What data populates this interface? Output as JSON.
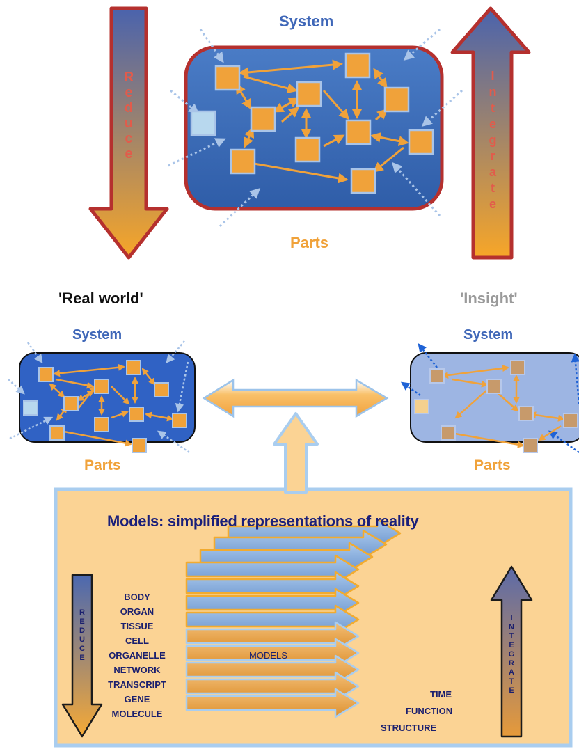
{
  "top": {
    "system_label": "System",
    "parts_label": "Parts",
    "reduce_word": [
      "R",
      "e",
      "d",
      "u",
      "c",
      "e"
    ],
    "integrate_word": [
      "I",
      "n",
      "t",
      "e",
      "g",
      "r",
      "a",
      "t",
      "e"
    ]
  },
  "middle": {
    "real_world_label": "'Real world'",
    "insight_label": "'Insight'",
    "left_system_label": "System",
    "left_parts_label": "Parts",
    "right_system_label": "System",
    "right_parts_label": "Parts"
  },
  "models": {
    "title": "Models: simplified  representations of  reality",
    "center_label": "MODELS",
    "levels": [
      "BODY",
      "ORGAN",
      "TISSUE",
      "CELL",
      "ORGANELLE",
      "NETWORK",
      "TRANSCRIPT",
      "GENE",
      "MOLECULE"
    ],
    "reduce_word": [
      "R",
      "E",
      "D",
      "U",
      "C",
      "E"
    ],
    "integrate_word": [
      "I",
      "N",
      "T",
      "E",
      "G",
      "R",
      "A",
      "T",
      "E"
    ],
    "axes": {
      "time": "TIME",
      "function": "FUNCTION",
      "structure": "STRUCTURE"
    }
  },
  "colors": {
    "system_blue": "#3a6cb9",
    "insight_blue": "#9db5e3",
    "border_red": "#b5302e",
    "part_orange": "#f0a23a",
    "models_bg": "#fbd394"
  }
}
